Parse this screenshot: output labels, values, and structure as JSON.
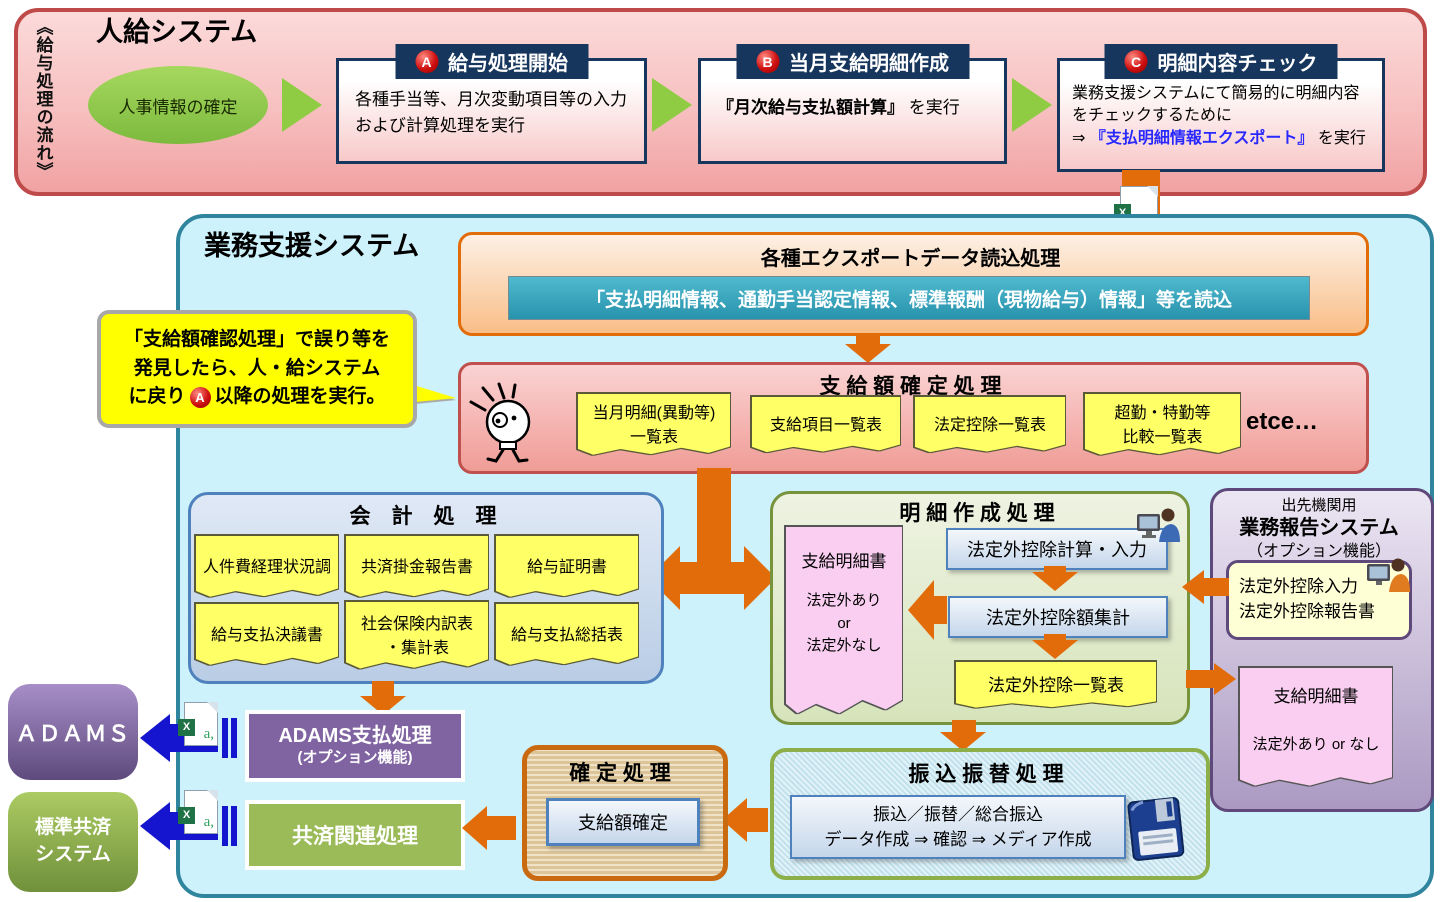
{
  "flow_label": "《給与処理の流れ》",
  "jinkyu": {
    "title": "人給システム",
    "start": "人事情報の確定",
    "stepA": {
      "badge": "A",
      "title": "給与処理開始",
      "line1": "各種手当等、月次変動項目等の入力",
      "line2": "および計算処理を実行"
    },
    "stepB": {
      "badge": "B",
      "title": "当月支給明細作成",
      "bold": "『月次給与支払額計算』",
      "rest": " を実行"
    },
    "stepC": {
      "badge": "C",
      "title": "明細内容チェック",
      "line1": "業務支援システムにて簡易的に明細内容",
      "line2": "をチェックするために",
      "line3_pre": "⇒ ",
      "line3_link": "『支払明細情報エクスポート』",
      "line3_post": " を実行"
    }
  },
  "gyomu": {
    "title": "業務支援システム",
    "import_box": {
      "title": "各種エクスポートデータ読込処理",
      "detail": "「支払明細情報、通勤手当認定情報、標準報酬（現物給与）情報」等を読込"
    },
    "callout": {
      "line1": "「支給額確認処理」で誤り等を",
      "line2": "発見したら、人・給システム",
      "line3_pre": "に戻り",
      "badge": "A",
      "line3_post": " 以降の処理を実行。"
    },
    "confirm": {
      "title": "支 給 額 確 定 処 理",
      "docs": [
        "当月明細(異動等)\n一覧表",
        "支給項目一覧表",
        "法定控除一覧表",
        "超勤・特勤等\n比較一覧表"
      ],
      "etc": "etce…"
    },
    "kaikei": {
      "title": "会　計　処　理",
      "docs": [
        "人件費経理状況調",
        "共済掛金報告書",
        "給与証明書",
        "給与支払決議書",
        "社会保険内訳表\n・集計表",
        "給与支払総括表"
      ]
    },
    "meisai": {
      "title": "明 細 作 成 処 理",
      "doc_title": "支給明細書",
      "doc_lines": "法定外あり\nor\n法定外なし",
      "step1": "法定外控除計算・入力",
      "step2": "法定外控除額集計",
      "list_doc": "法定外控除一覧表"
    },
    "kakutei": {
      "title": "確 定 処 理",
      "button": "支給額確定"
    },
    "furikomi": {
      "title": "振 込 振 替 処 理",
      "line1": "振込／振替／総合振込",
      "line2": "データ作成 ⇒ 確認 ⇒ メディア作成"
    },
    "adams_proc": {
      "line1": "ADAMS支払処理",
      "line2": "(オプション機能)"
    },
    "kyosai_proc": "共済関連処理",
    "houkoku": {
      "tag": "出先機関用",
      "title": "業務報告システム",
      "sub": "（オプション機能）",
      "input_line1": "法定外控除入力",
      "input_line2": "法定外控除報告書",
      "doc_title": "支給明細書",
      "doc_sub": "法定外あり or なし"
    }
  },
  "external": {
    "adams": "ＡＤＡＭＳ",
    "kyosai": "標準共済\nシステム"
  },
  "icons": {
    "excel_x": "X",
    "excel_a": "a,",
    "excel_file": "excel-file-icon",
    "lightbulb": "lightbulb-character-icon",
    "operator": "person-at-computer-icon",
    "media": "floppy-disk-icon"
  },
  "colors": {
    "accent_orange": "#E36C0A",
    "navy_header": "#17365D",
    "red_border": "#C0504D",
    "panel_pink": "#F7BFBF",
    "teal_border": "#2F859E",
    "teal_fill": "#2893AD",
    "green_arrow": "#8FCC44",
    "doc_yellow": "#FFFF66",
    "callout_yellow": "#FFFF00",
    "blue_box_border": "#4F81BD",
    "olive_border": "#77933C",
    "purple_fill": "#8064A2",
    "green_fill": "#9BBB59",
    "blue_arrow": "#1515CF",
    "link_blue": "#2929FF"
  }
}
